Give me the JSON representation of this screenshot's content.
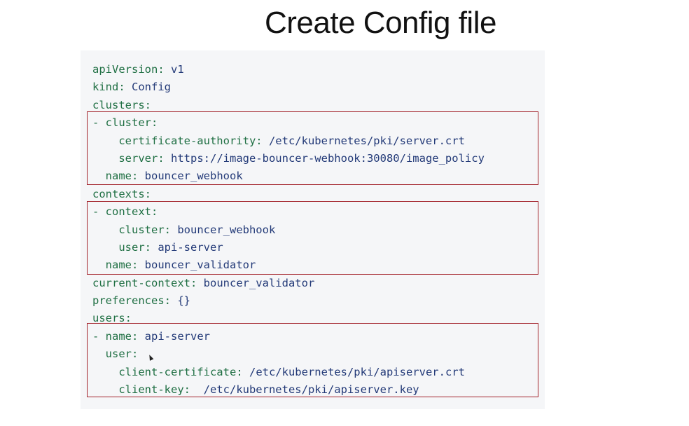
{
  "slide": {
    "title": "Create Config file"
  },
  "yaml": {
    "l1": {
      "key": "apiVersion",
      "value": "v1"
    },
    "l2": {
      "key": "kind",
      "value": "Config"
    },
    "l3": {
      "key": "clusters"
    },
    "l4": {
      "key": "cluster"
    },
    "l5": {
      "key": "certificate-authority",
      "value": "/etc/kubernetes/pki/server.crt"
    },
    "l6": {
      "key": "server",
      "value": "https://image-bouncer-webhook:30080/image_policy"
    },
    "l7": {
      "key": "name",
      "value": "bouncer_webhook"
    },
    "l8": {
      "key": "contexts"
    },
    "l9": {
      "key": "context"
    },
    "l10": {
      "key": "cluster",
      "value": "bouncer_webhook"
    },
    "l11": {
      "key": "user",
      "value": "api-server"
    },
    "l12": {
      "key": "name",
      "value": "bouncer_validator"
    },
    "l13": {
      "key": "current-context",
      "value": "bouncer_validator"
    },
    "l14": {
      "key": "preferences",
      "value": "{}"
    },
    "l15": {
      "key": "users"
    },
    "l16": {
      "key": "name",
      "value": "api-server"
    },
    "l17": {
      "key": "user"
    },
    "l18": {
      "key": "client-certificate",
      "value": "/etc/kubernetes/pki/apiserver.crt"
    },
    "l19": {
      "key": "client-key",
      "value": "/etc/kubernetes/pki/apiserver.key"
    }
  },
  "icons": {
    "cursor": "mouse-pointer-icon"
  },
  "colors": {
    "key": "#1f6f43",
    "value": "#233a78",
    "highlight_border": "#a3232b",
    "panel_background": "#f5f6f8"
  }
}
